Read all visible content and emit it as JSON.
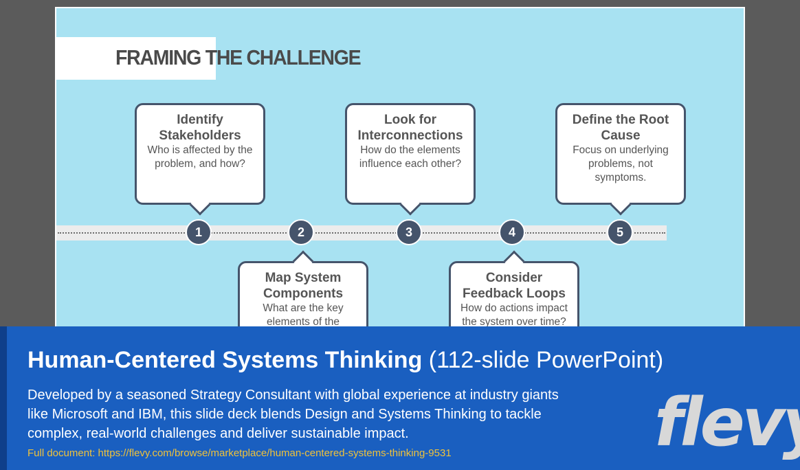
{
  "slide": {
    "title": "FRAMING THE CHALLENGE",
    "steps": [
      {
        "number": "1",
        "heading": "Identify Stakeholders",
        "body": "Who is affected by the problem, and how?"
      },
      {
        "number": "2",
        "heading": "Map System Components",
        "body": "What are the key elements of the"
      },
      {
        "number": "3",
        "heading": "Look for Interconnections",
        "body": "How do the elements influence each other?"
      },
      {
        "number": "4",
        "heading": "Consider Feedback Loops",
        "body": "How do actions impact the system over time?"
      },
      {
        "number": "5",
        "heading": "Define the Root Cause",
        "body": "Focus on underlying problems, not symptoms."
      }
    ]
  },
  "banner": {
    "title_strong": "Human-Centered Systems Thinking",
    "title_rest": " (112-slide PowerPoint)",
    "description": "Developed by a seasoned Strategy Consultant with global experience at industry giants like Microsoft and IBM, this slide deck blends Design and Systems Thinking to tackle complex, real-world challenges and deliver sustainable impact.",
    "link_label": "Full document: https://flevy.com/browse/marketplace/human-centered-systems-thinking-9531",
    "logo_text": "flevy"
  },
  "colors": {
    "slide_bg": "#a8e2f2",
    "accent": "#45546b",
    "banner_bg": "#1a5fc0",
    "link": "#f0c23a"
  }
}
